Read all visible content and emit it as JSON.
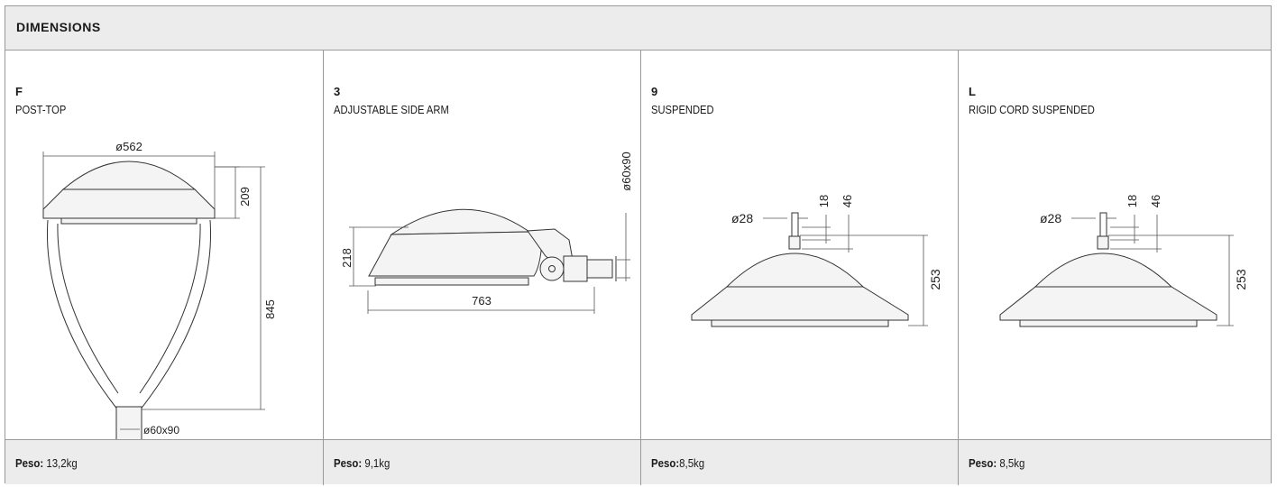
{
  "header": {
    "title": "DIMENSIONS"
  },
  "columns": [
    {
      "code": "F",
      "name": "POST-TOP",
      "dimensions": {
        "diameter": "ø562",
        "height_head": "209",
        "height_total": "845",
        "pole": "ø60x90"
      },
      "weight_label": "Peso:",
      "weight_value": " 13,2kg"
    },
    {
      "code": "3",
      "name": "ADJUSTABLE SIDE ARM",
      "dimensions": {
        "height": "218",
        "length": "763",
        "pole": "ø60x90"
      },
      "weight_label": "Peso:",
      "weight_value": " 9,1kg"
    },
    {
      "code": "9",
      "name": "SUSPENDED",
      "dimensions": {
        "cord": "ø28",
        "d1": "18",
        "d2": "46",
        "height": "253"
      },
      "weight_label": "Peso:",
      "weight_value": "8,5kg"
    },
    {
      "code": "L",
      "name": "RIGID CORD SUSPENDED",
      "dimensions": {
        "cord": "ø28",
        "d1": "18",
        "d2": "46",
        "height": "253"
      },
      "weight_label": "Peso:",
      "weight_value": " 8,5kg"
    }
  ]
}
